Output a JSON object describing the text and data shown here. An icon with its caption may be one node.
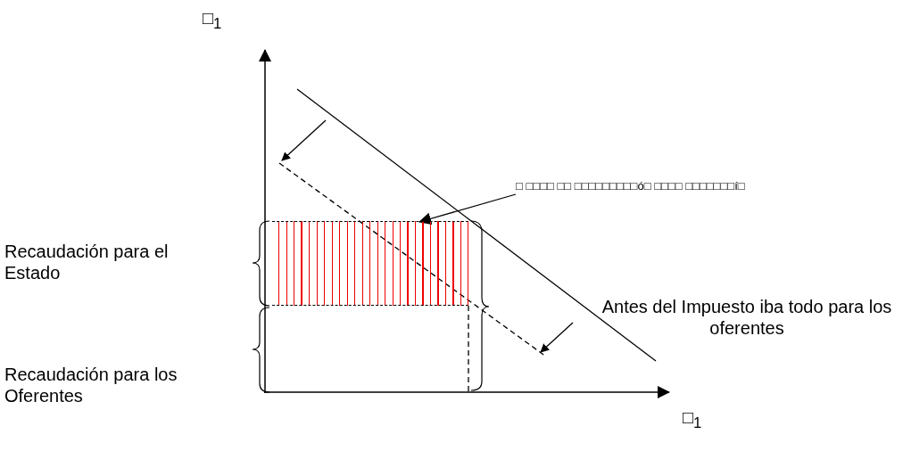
{
  "diagram": {
    "nodes": [
      {
        "text": [
          "□ □□□□ □□ □□□□□□□□□ó□ □□□□ □□□□□□□í□"
        ]
      },
      {
        "text": [],
        "shape": "box"
      }
    ],
    "edges": [
      {
        "from": 0,
        "to": 1,
        "arrow": "to"
      }
    ],
    "labels": [
      "□$_{1}$",
      "Recaudación para el Estado",
      "Antes del Impuesto iba todo para los oferentes",
      "Recaudación para los Oferentes",
      "□$_{1}$"
    ]
  }
}
